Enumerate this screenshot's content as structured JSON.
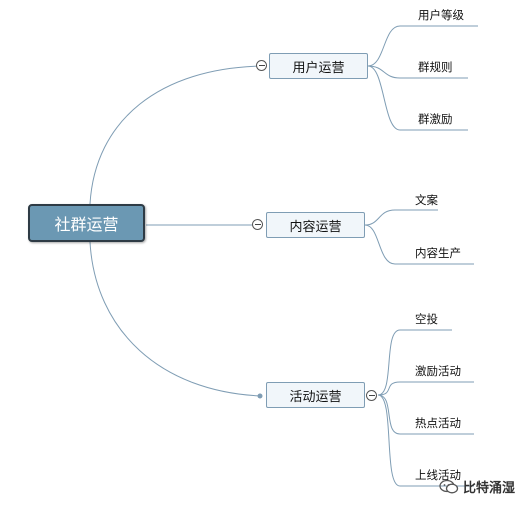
{
  "mindmap": {
    "root": "社群运营",
    "branches": [
      {
        "label": "用户运营",
        "children": [
          "用户等级",
          "群规则",
          "群激励"
        ]
      },
      {
        "label": "内容运营",
        "children": [
          "文案",
          "内容生产"
        ]
      },
      {
        "label": "活动运营",
        "children": [
          "空投",
          "激励活动",
          "热点活动",
          "上线活动"
        ]
      }
    ]
  },
  "watermark": {
    "text": "比特涌湿",
    "icon": "wechat-icon"
  },
  "colors": {
    "root_fill": "#6b98b3",
    "root_border": "#2e3b45",
    "branch_fill": "#f1f6fa",
    "line": "#7f9db4"
  }
}
